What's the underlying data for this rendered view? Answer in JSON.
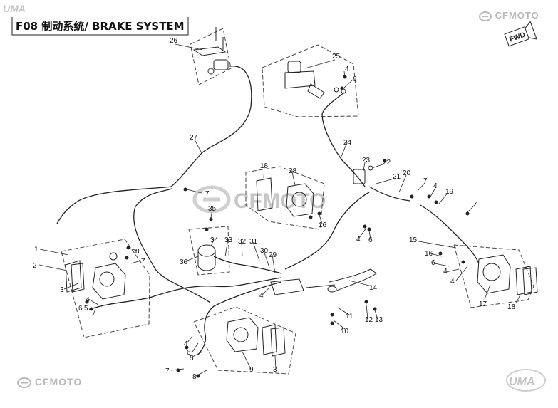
{
  "title": "F08 制动系统/ BRAKE SYSTEM",
  "brand_top_right": "CFMOTO",
  "brand_bottom_left": "CFMOTO",
  "watermark_center": "CFMOTO",
  "uma_top_left": "UMA",
  "uma_bottom_right": "UMA",
  "fwd_label": "FWD",
  "colors": {
    "line": "#222222",
    "watermark": "#c6c6c6",
    "dash": "#333333"
  },
  "callouts": [
    {
      "id": "c26",
      "text": "26"
    },
    {
      "id": "c25",
      "text": "25"
    },
    {
      "id": "c4a",
      "text": "4"
    },
    {
      "id": "c6a",
      "text": "6"
    },
    {
      "id": "c27",
      "text": "27"
    },
    {
      "id": "c24",
      "text": "24"
    },
    {
      "id": "c23",
      "text": "23"
    },
    {
      "id": "c22",
      "text": "22"
    },
    {
      "id": "c21",
      "text": "21"
    },
    {
      "id": "c20",
      "text": "20"
    },
    {
      "id": "c7a",
      "text": "7"
    },
    {
      "id": "c4b",
      "text": "4"
    },
    {
      "id": "c19",
      "text": "19"
    },
    {
      "id": "c7b",
      "text": "7"
    },
    {
      "id": "c18a",
      "text": "18"
    },
    {
      "id": "c28",
      "text": "28"
    },
    {
      "id": "c7c",
      "text": "7"
    },
    {
      "id": "c35",
      "text": "35"
    },
    {
      "id": "c16a",
      "text": "16"
    },
    {
      "id": "c4c",
      "text": "4"
    },
    {
      "id": "c6b",
      "text": "6"
    },
    {
      "id": "c15",
      "text": "15"
    },
    {
      "id": "c34",
      "text": "34"
    },
    {
      "id": "c33",
      "text": "33"
    },
    {
      "id": "c32",
      "text": "32"
    },
    {
      "id": "c31",
      "text": "31"
    },
    {
      "id": "c30",
      "text": "30"
    },
    {
      "id": "c29",
      "text": "29"
    },
    {
      "id": "c1",
      "text": "1"
    },
    {
      "id": "c8a",
      "text": "8"
    },
    {
      "id": "c7d",
      "text": "7"
    },
    {
      "id": "c2",
      "text": "2"
    },
    {
      "id": "c36",
      "text": "36"
    },
    {
      "id": "c16b",
      "text": "16"
    },
    {
      "id": "c6c",
      "text": "6"
    },
    {
      "id": "c4d",
      "text": "4"
    },
    {
      "id": "c3a",
      "text": "3"
    },
    {
      "id": "c4e",
      "text": "4"
    },
    {
      "id": "c5",
      "text": "5"
    },
    {
      "id": "c6d",
      "text": "6"
    },
    {
      "id": "c4f",
      "text": "4"
    },
    {
      "id": "c4g",
      "text": "4"
    },
    {
      "id": "c14",
      "text": "14"
    },
    {
      "id": "c17",
      "text": "17"
    },
    {
      "id": "c18b",
      "text": "18"
    },
    {
      "id": "c11",
      "text": "11"
    },
    {
      "id": "c12",
      "text": "12"
    },
    {
      "id": "c13",
      "text": "13"
    },
    {
      "id": "c10",
      "text": "10"
    },
    {
      "id": "c4h",
      "text": "4"
    },
    {
      "id": "c6e",
      "text": "6"
    },
    {
      "id": "c5b",
      "text": "5"
    },
    {
      "id": "c7e",
      "text": "7"
    },
    {
      "id": "c9",
      "text": "9"
    },
    {
      "id": "c3b",
      "text": "3"
    },
    {
      "id": "c8b",
      "text": "8"
    }
  ]
}
